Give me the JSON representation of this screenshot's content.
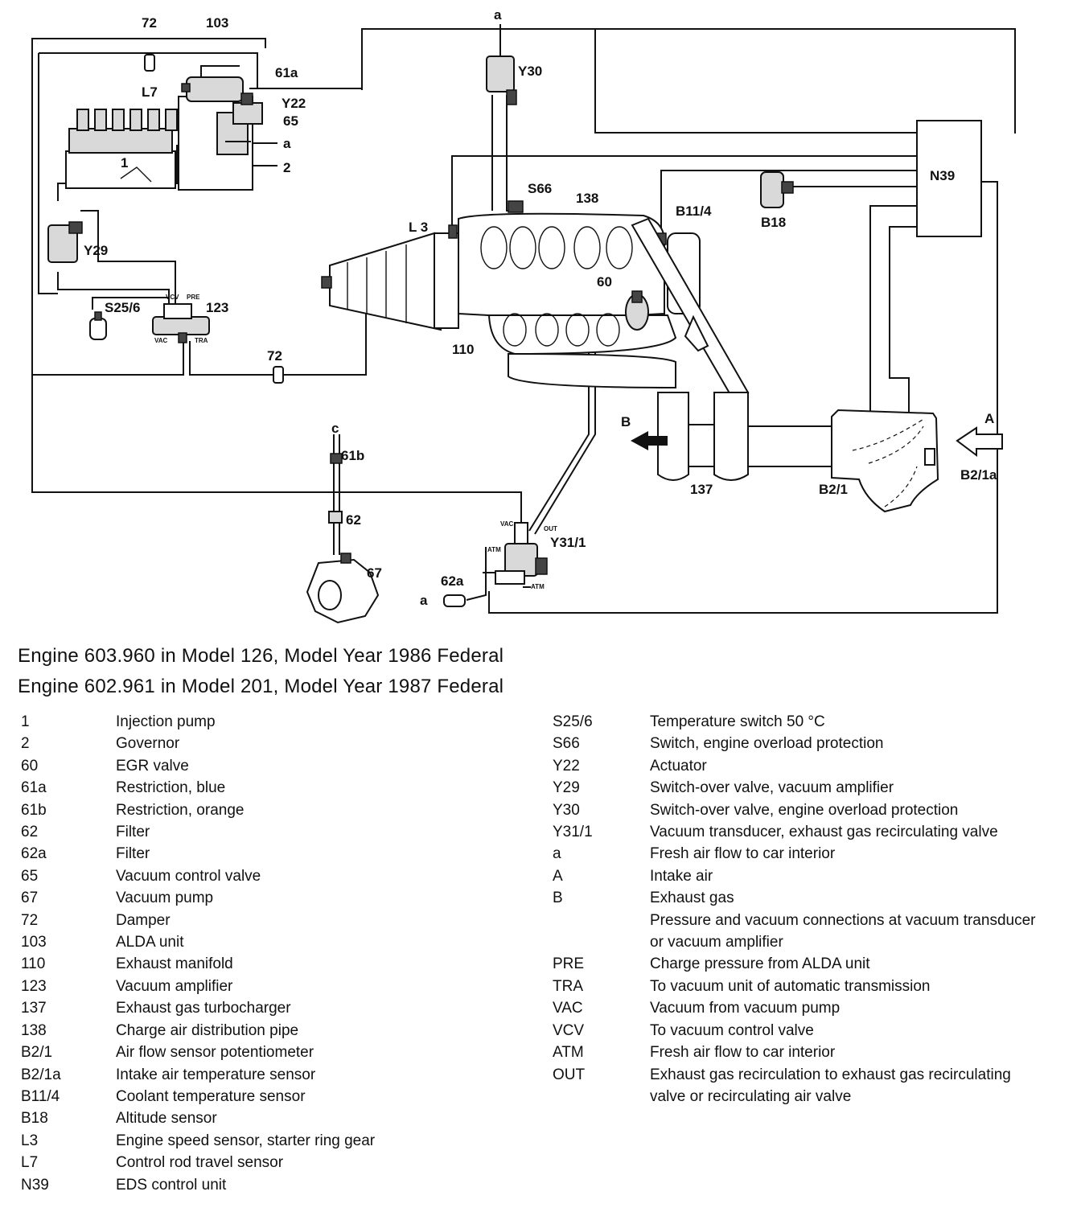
{
  "captions": [
    "Engine 603.960 in Model 126, Model Year 1986  Federal",
    "Engine 602.961 in Model 201, Model Year 1987  Federal"
  ],
  "diagram_labels": {
    "l72_top": "72",
    "l103": "103",
    "l61a": "61a",
    "lL7": "L7",
    "lY22": "Y22",
    "l65": "65",
    "la_left": "a",
    "l2": "2",
    "l1": "1",
    "lY29": "Y29",
    "lS256": "S25/6",
    "l123": "123",
    "lvcv": "VCV",
    "lpre": "PRE",
    "lvac": "VAC",
    "ltra": "TRA",
    "l72_bot": "72",
    "la_top": "a",
    "lY30": "Y30",
    "lN39": "N39",
    "lS66": "S66",
    "l138": "138",
    "lB114": "B11/4",
    "lB18": "B18",
    "lL3": "L 3",
    "l60": "60",
    "l110": "110",
    "lB": "B",
    "lA": "A",
    "l137": "137",
    "lB21": "B2/1",
    "lB21a": "B2/1a",
    "lc": "c",
    "l61b": "61b",
    "l62": "62",
    "l67": "67",
    "lvac2": "VAC",
    "lout": "OUT",
    "latm1": "ATM",
    "latm2": "ATM",
    "lY311": "Y31/1",
    "l62a": "62a",
    "la_bottom": "a"
  },
  "legend_left": [
    {
      "code": "1",
      "desc": "Injection pump"
    },
    {
      "code": "2",
      "desc": "Governor"
    },
    {
      "code": "60",
      "desc": "EGR valve"
    },
    {
      "code": "61a",
      "desc": "Restriction, blue"
    },
    {
      "code": "61b",
      "desc": "Restriction, orange"
    },
    {
      "code": "62",
      "desc": "Filter"
    },
    {
      "code": "62a",
      "desc": "Filter"
    },
    {
      "code": "65",
      "desc": "Vacuum control valve"
    },
    {
      "code": "67",
      "desc": "Vacuum pump"
    },
    {
      "code": "72",
      "desc": "Damper"
    },
    {
      "code": "103",
      "desc": "ALDA unit"
    },
    {
      "code": "110",
      "desc": "Exhaust manifold"
    },
    {
      "code": "123",
      "desc": "Vacuum amplifier"
    },
    {
      "code": "137",
      "desc": "Exhaust gas turbocharger"
    },
    {
      "code": "138",
      "desc": "Charge air distribution pipe"
    },
    {
      "code": "B2/1",
      "desc": "Air flow sensor potentiometer"
    },
    {
      "code": "B2/1a",
      "desc": "Intake air temperature sensor"
    },
    {
      "code": "B11/4",
      "desc": "Coolant temperature sensor"
    },
    {
      "code": "B18",
      "desc": "Altitude sensor"
    },
    {
      "code": "L3",
      "desc": "Engine speed sensor, starter ring gear"
    },
    {
      "code": "L7",
      "desc": "Control rod travel sensor"
    },
    {
      "code": "N39",
      "desc": "EDS control unit"
    }
  ],
  "legend_right": [
    {
      "code": "S25/6",
      "desc": "Temperature switch 50 °C"
    },
    {
      "code": "S66",
      "desc": "Switch, engine overload protection"
    },
    {
      "code": "Y22",
      "desc": "Actuator"
    },
    {
      "code": "Y29",
      "desc": "Switch-over valve, vacuum amplifier"
    },
    {
      "code": "Y30",
      "desc": "Switch-over valve, engine overload protection"
    },
    {
      "code": "Y31/1",
      "desc": "Vacuum transducer, exhaust gas recirculating valve"
    },
    {
      "code": "a",
      "desc": "Fresh air flow to car interior"
    },
    {
      "code": "A",
      "desc": "Intake air"
    },
    {
      "code": "B",
      "desc": "Exhaust gas"
    },
    {
      "code": "",
      "desc": ""
    },
    {
      "code": "",
      "desc": "Pressure and vacuum connections at vacuum transducer or vacuum amplifier"
    },
    {
      "code": "PRE",
      "desc": "Charge pressure from ALDA unit"
    },
    {
      "code": "TRA",
      "desc": "To vacuum unit of automatic transmission"
    },
    {
      "code": "VAC",
      "desc": "Vacuum from vacuum pump"
    },
    {
      "code": "VCV",
      "desc": "To vacuum control valve"
    },
    {
      "code": "ATM",
      "desc": "Fresh air flow to car interior"
    },
    {
      "code": "OUT",
      "desc": "Exhaust gas recirculation to exhaust gas recirculating valve or recirculating air valve"
    }
  ]
}
